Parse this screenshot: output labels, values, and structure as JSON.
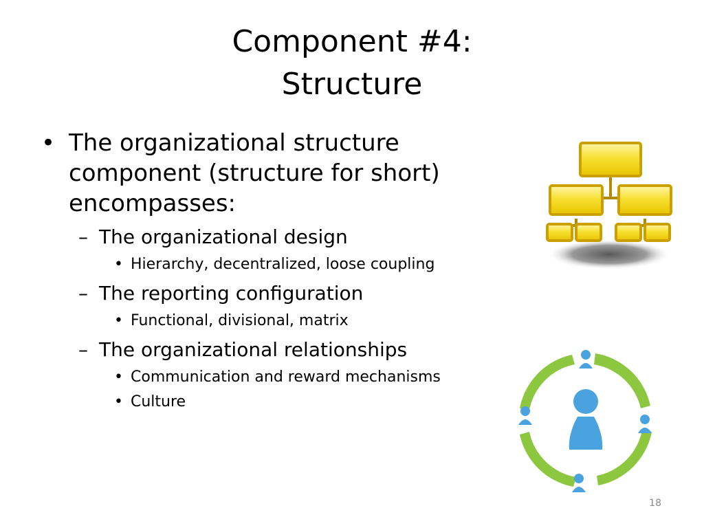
{
  "title": {
    "line1": "Component #4:",
    "line2": "Structure"
  },
  "body": {
    "bullet1": "The organizational structure component (structure for short) encompasses:",
    "items": [
      {
        "label": "The organizational design",
        "subs": [
          "Hierarchy, decentralized, loose coupling"
        ]
      },
      {
        "label": "The reporting configuration",
        "subs": [
          "Functional, divisional, matrix"
        ]
      },
      {
        "label": "The organizational relationships",
        "subs": [
          "Communication and reward mechanisms",
          "Culture"
        ]
      }
    ]
  },
  "images": {
    "org_chart": "org-chart-icon",
    "people_cycle": "people-cycle-icon"
  },
  "colors": {
    "box_yellow": "#f4d81c",
    "box_border": "#c9a000",
    "cycle_green": "#8dc63f",
    "person_blue": "#4aa3df"
  },
  "page_number": "18"
}
